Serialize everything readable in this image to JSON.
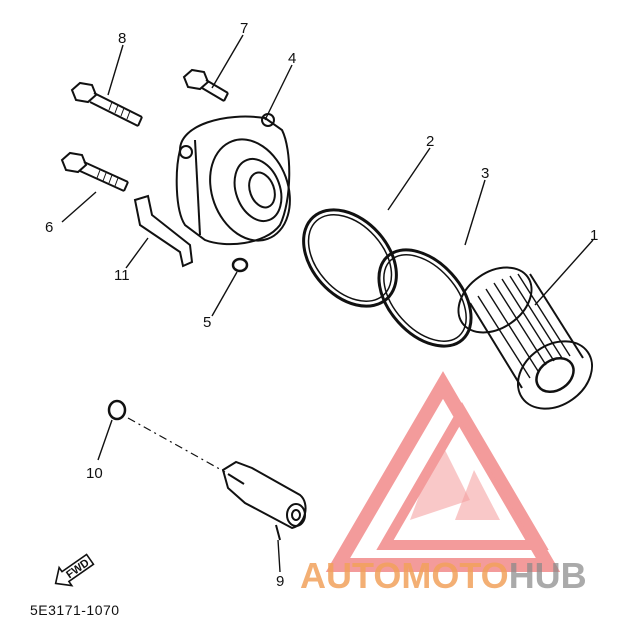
{
  "diagram": {
    "callouts": [
      {
        "id": "1",
        "label": "1"
      },
      {
        "id": "2",
        "label": "2"
      },
      {
        "id": "3",
        "label": "3"
      },
      {
        "id": "4",
        "label": "4"
      },
      {
        "id": "5",
        "label": "5"
      },
      {
        "id": "6",
        "label": "6"
      },
      {
        "id": "7",
        "label": "7"
      },
      {
        "id": "8",
        "label": "8"
      },
      {
        "id": "9",
        "label": "9"
      },
      {
        "id": "10",
        "label": "10"
      },
      {
        "id": "11",
        "label": "11"
      }
    ],
    "part_code": "5E3171-1070",
    "fwd_label": "FWD"
  },
  "watermark": {
    "auto": "AUTO",
    "moto": "MOTO",
    "hub": "HUB",
    "colors": {
      "logo": "#f08080",
      "auto_text": "#f2a25c",
      "hub_text": "#8a8a8a"
    }
  }
}
